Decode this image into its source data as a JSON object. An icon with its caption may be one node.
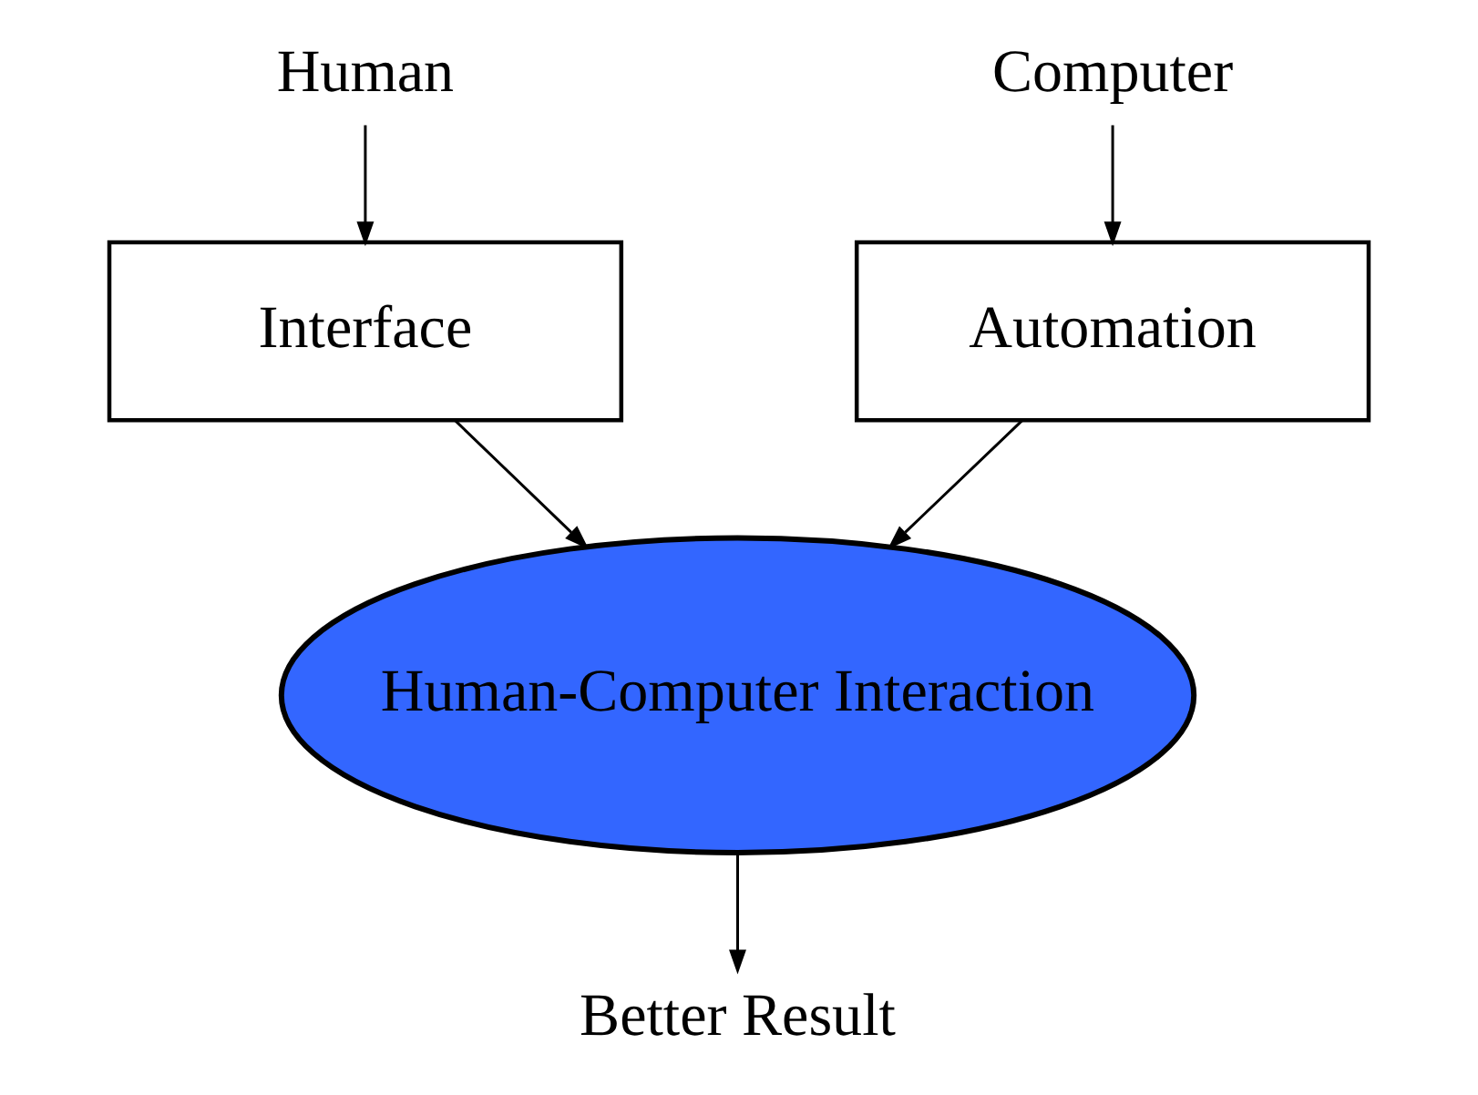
{
  "diagram": {
    "nodes": [
      {
        "text": [
          "Human"
        ]
      },
      {
        "text": [
          "Computer"
        ]
      },
      {
        "text": [
          "Interface"
        ]
      },
      {
        "text": [
          "Automation"
        ]
      },
      {
        "text": [
          "Human-Computer Interaction"
        ]
      },
      {
        "text": [
          "Better Result"
        ]
      }
    ],
    "edges": [
      {
        "from": 0,
        "to": 2,
        "arrow": "to"
      },
      {
        "from": 1,
        "to": 3,
        "arrow": "to"
      },
      {
        "from": 2,
        "to": 4,
        "arrow": "to"
      },
      {
        "from": 3,
        "to": 4,
        "arrow": "to"
      },
      {
        "from": 4,
        "to": 5,
        "arrow": "to"
      }
    ]
  }
}
